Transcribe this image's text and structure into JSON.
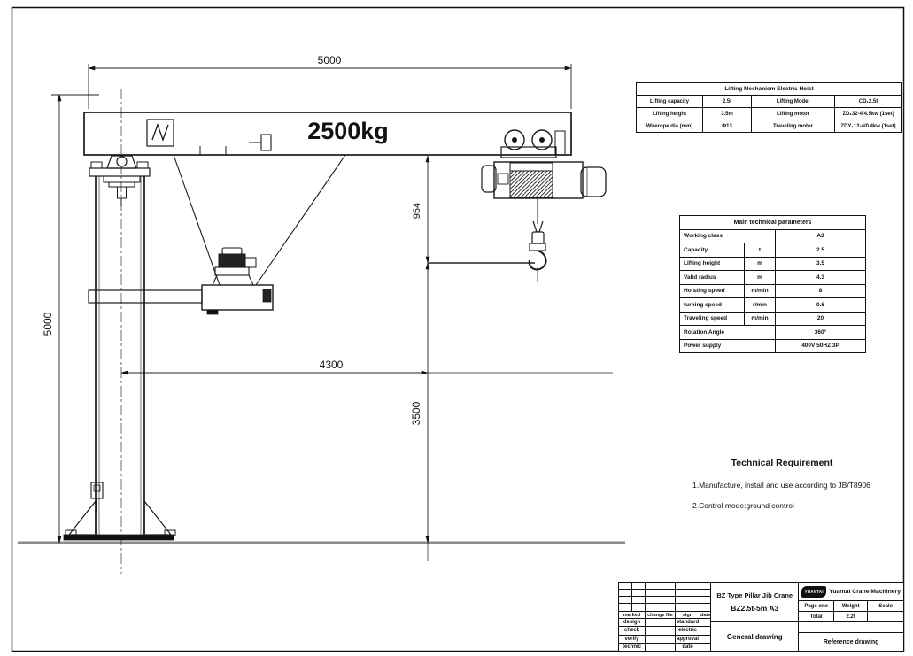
{
  "colors": {
    "line": "#1a1a1a",
    "ground": "#8a8a8a",
    "paper": "#ffffff"
  },
  "drawing": {
    "load_label": "2500kg",
    "dim_jib_span": "5000",
    "dim_column_height": "5000",
    "dim_hoist_drop": "954",
    "dim_radius": "4300",
    "dim_hook_to_ground": "3500"
  },
  "hoist_table": {
    "title": "Lifting Mechanism Electric Hoist",
    "rows": [
      [
        "Lifting capacity",
        "2.5t",
        "Lifting Model",
        "CD₁2.5t"
      ],
      [
        "Lifting height",
        "3.5m",
        "Lifting motor",
        "ZD₁32-4/4.5kw (1set)"
      ],
      [
        "Wirerope dia  (mm)",
        "Φ13",
        "Traveling motor",
        "ZDY₁12-4/0.4kw (1set)"
      ]
    ]
  },
  "params_table": {
    "title": "Main technical parameters",
    "rows": [
      {
        "label": "Working class",
        "unit": "",
        "value": "A3"
      },
      {
        "label": "Capacity",
        "unit": "t",
        "value": "2.5"
      },
      {
        "label": "Lifting height",
        "unit": "m",
        "value": "3.5"
      },
      {
        "label": "Valid radius",
        "unit": "m",
        "value": "4.3"
      },
      {
        "label": "Hoisting speed",
        "unit": "m/min",
        "value": "8"
      },
      {
        "label": "turning speed",
        "unit": "r/min",
        "value": "0.6"
      },
      {
        "label": "Traveling speed",
        "unit": "m/min",
        "value": "20"
      },
      {
        "label": "Rotation Angle",
        "unit": "",
        "value": "360°"
      },
      {
        "label": "Power supply",
        "unit": "",
        "value": "400V 50HZ 3P"
      }
    ]
  },
  "technical_requirement": {
    "title": "Technical Requirement",
    "items": [
      "1.Manufacture, install and use according to JB/T8906",
      "2.Control mode:ground control"
    ]
  },
  "title_block": {
    "product_name": "BZ Type Pillar Jib Crane",
    "model": "BZ2.5t-5m  A3",
    "drawing_type": "General drawing",
    "company": "Yuantai Crane Machinery",
    "logo_text": "YUANTAI",
    "page_label": "Page one",
    "weight_label": "Weight",
    "scale_label": "Scale",
    "total_label": "Total",
    "total_weight": "2.2t",
    "reference": "Reference drawing",
    "rev_header": [
      "marked",
      "change file",
      "sign",
      "date"
    ],
    "sign_rows": [
      [
        "design",
        "standard"
      ],
      [
        "check",
        "electric"
      ],
      [
        "verify",
        "approval"
      ],
      [
        "technic",
        "date"
      ]
    ]
  }
}
